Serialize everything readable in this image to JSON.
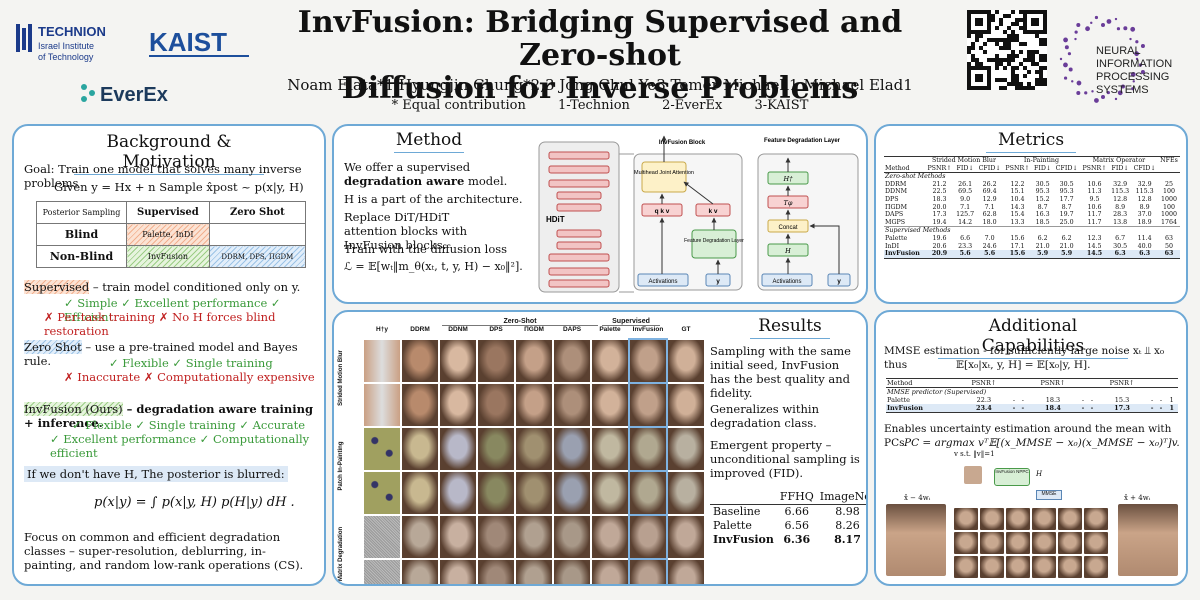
{
  "header": {
    "title_line1": "InvFusion: Bridging Supervised and Zero-shot",
    "title_line2": "Diffusion for Inverse Problems",
    "authors": "Noam Elata*1   Hyungjin Chung*2,3   Jong Chul Ye3   Tomer Michaeli1   Michael Elad1",
    "affiliations": [
      "* Equal contribution",
      "1-Technion",
      "2-EverEx",
      "3-KAIST"
    ],
    "logos": {
      "technion_name": "TECHNION",
      "technion_sub1": "Israel Institute",
      "technion_sub2": "of Technology",
      "kaist": "KAIST",
      "everex": "EverEx",
      "neurips_1": "NEURAL",
      "neurips_2": "INFORMATION",
      "neurips_3": "PROCESSING",
      "neurips_4": "SYSTEMS"
    }
  },
  "background": {
    "title": "Background & Motivation",
    "goal": "Goal: Train one model that solves many inverse problems",
    "given": "Given  y = Hx + n        Sample  x̂post ~ p(x|y, H)",
    "table": {
      "header": [
        "Posterior Sampling",
        "Supervised",
        "Zero Shot"
      ],
      "blind": [
        "Blind",
        "Palette, InDI",
        ""
      ],
      "nonblind": [
        "Non-Blind",
        "InvFusion",
        "DDRM, DPS, ΠGDM"
      ]
    },
    "supervised_title": "Supervised",
    "supervised_desc": " – train model conditioned only on y.",
    "supervised_pros": "✓ Simple ✓ Excellent performance ✓ Efficient",
    "supervised_cons": "✗ Per-task training ✗ No H forces blind restoration",
    "zeroshot_title": "Zero Shot",
    "zeroshot_desc": " – use a pre-trained model and Bayes rule.",
    "zeroshot_pros": "✓ Flexible ✓ Single training",
    "zeroshot_cons": "✗ Inaccurate ✗ Computationally expensive",
    "inv_title": "InvFusion (Ours)",
    "inv_desc": " – degradation aware training + inference.",
    "inv_pros1": "✓ Flexible ✓ Single training ✓ Accurate",
    "inv_pros2": "✓ Excellent performance ✓ Computationally efficient",
    "blur_note": "If we don't have H, The posterior is blurred:",
    "blur_eq": "p(x|y) = ∫ p(x|y, H) p(H|y) dH .",
    "focus": "Focus on common and efficient degradation classes – super-resolution, deblurring, in-painting, and random low-rank operations (CS)."
  },
  "method": {
    "title": "Method",
    "p1": "We offer a supervised",
    "p1b": "degradation aware",
    "p1c": " model.",
    "p2": "H is a part of the architecture.",
    "p3": "Replace DiT/HDiT attention blocks with InvFusion blocks.",
    "p4": "Train with the diffusion loss",
    "p5": "ℒ = 𝔼[wₜ‖m_θ(xₜ, t, y, H) − x₀‖²].",
    "diagram": {
      "hdit": "HDiT",
      "block_title": "InvFusion Block",
      "attention": "Multihead Joint Attention",
      "qkv": "q k v",
      "kv": "k v",
      "fdl": "Feature Degradation Layer",
      "activations": "Activations",
      "y": "y",
      "fdl_title": "Feature Degradation Layer",
      "ht": "H†",
      "tphi": "Tφ",
      "concat": "Concat",
      "h": "H"
    }
  },
  "metrics": {
    "title": "Metrics",
    "groups": [
      "Strided Motion Blur",
      "In-Painting",
      "Matrix Operator",
      "NFEs"
    ],
    "subheader": [
      "Method",
      "PSNR↑",
      "FID↓",
      "CFID↓",
      "PSNR↑",
      "FID↓",
      "CFID↓",
      "PSNR↑",
      "FID↓",
      "CFID↓",
      ""
    ],
    "zs_label": "Zero-shot Methods",
    "zs_rows": [
      [
        "DDRM",
        "21.2",
        "26.1",
        "26.2",
        "12.2",
        "30.5",
        "30.5",
        "10.6",
        "32.9",
        "32.9",
        "25"
      ],
      [
        "DDNM",
        "22.5",
        "69.5",
        "69.4",
        "15.1",
        "95.3",
        "95.3",
        "11.3",
        "115.3",
        "115.3",
        "100"
      ],
      [
        "DPS",
        "18.3",
        "9.0",
        "12.9",
        "10.4",
        "15.2",
        "17.7",
        "9.5",
        "12.8",
        "12.8",
        "1000"
      ],
      [
        "ΠGDM",
        "20.0",
        "7.1",
        "7.1",
        "14.3",
        "8.7",
        "8.7",
        "10.6",
        "8.9",
        "8.9",
        "100"
      ],
      [
        "DAPS",
        "17.3",
        "125.7",
        "62.8",
        "15.4",
        "16.3",
        "19.7",
        "11.7",
        "28.3",
        "37.0",
        "1000"
      ],
      [
        "MGPS",
        "19.4",
        "14.2",
        "18.0",
        "13.3",
        "18.5",
        "25.0",
        "11.7",
        "13.8",
        "18.9",
        "1764"
      ]
    ],
    "sup_label": "Supervised Methods",
    "sup_rows": [
      [
        "Palette",
        "19.6",
        "6.6",
        "7.0",
        "15.6",
        "6.2",
        "6.2",
        "12.3",
        "6.7",
        "11.4",
        "63"
      ],
      [
        "InDI",
        "20.6",
        "23.3",
        "24.6",
        "17.1",
        "21.0",
        "21.0",
        "14.5",
        "30.5",
        "40.0",
        "50"
      ]
    ],
    "inv_row": [
      "InvFusion",
      "20.9",
      "5.6",
      "5.6",
      "15.6",
      "5.9",
      "5.9",
      "14.5",
      "6.3",
      "6.3",
      "63"
    ]
  },
  "results": {
    "title": "Results",
    "zs_header": "Zero-Shot",
    "sup_header": "Supervised",
    "cols": [
      "H†y",
      "DDRM",
      "DDNM",
      "DPS",
      "ΠGDM",
      "DAPS",
      "Palette",
      "InvFusion",
      "GT"
    ],
    "rows": [
      "Strided Motion Blur",
      "Patch In-Painting",
      "Matrix Degradation"
    ],
    "text1": "Sampling with the same initial seed, InvFusion has the best quality and fidelity.",
    "text2": "Generalizes within degradation class.",
    "text3": "Emergent property – unconditional sampling is improved (FID).",
    "fid_header": [
      "",
      "FFHQ",
      "ImageNet"
    ],
    "fid_rows": [
      [
        "Baseline",
        "6.66",
        "8.98"
      ],
      [
        "Palette",
        "6.56",
        "8.26"
      ],
      [
        "InvFusion",
        "6.36",
        "8.17"
      ]
    ]
  },
  "additional": {
    "title": "Additional Capabilities",
    "mmse1": "MMSE estimation - for sufficiently large noise xₜ ⫫ x₀ thus",
    "mmse2": "𝔼[x₀|xₜ, y, H] = 𝔼[x₀|y, H].",
    "mmse_header": [
      "Method",
      "PSNR↑",
      "",
      "",
      "PSNR↑",
      "",
      "",
      "PSNR↑",
      "",
      "",
      ""
    ],
    "mmse_label": "MMSE predictor (Supervised)",
    "mmse_rows": [
      [
        "Palette",
        "22.3",
        "-",
        "-",
        "18.3",
        "-",
        "-",
        "15.3",
        "-",
        "-",
        "1"
      ]
    ],
    "mmse_inv": [
      "InvFusion",
      "23.4",
      "-",
      "-",
      "18.4",
      "-",
      "-",
      "17.3",
      "-",
      "-",
      "1"
    ],
    "unc1": "Enables uncertainty estimation around the mean with PCs",
    "unc2": "PC = argmax vᵀ𝔼[(x_MMSE − x₀)(x_MMSE − x₀)ᵀ]v.",
    "unc3": "v s.t. ‖v‖=1",
    "diag_npc": "InvFusion NPPC",
    "diag_mmse": "MMSE",
    "diag_h": "H",
    "diag_left": "x̂ − 4wᵢ",
    "diag_right": "x̂ + 4wᵢ"
  }
}
